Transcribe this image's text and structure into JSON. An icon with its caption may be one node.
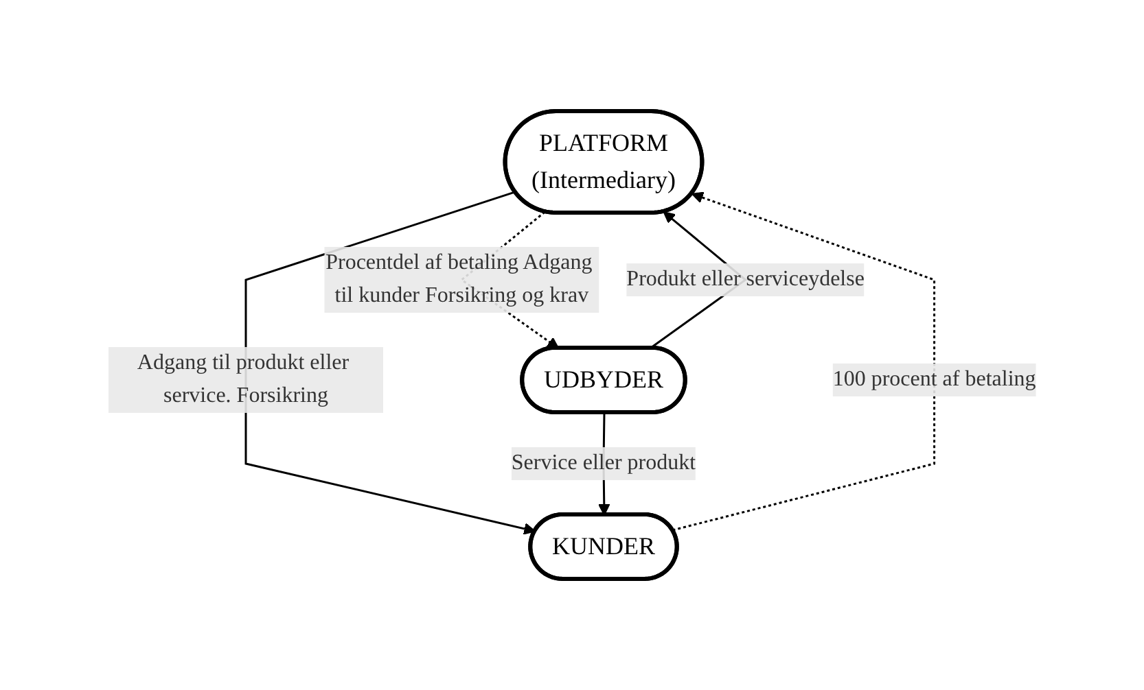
{
  "diagram": {
    "nodes": [
      {
        "text": [
          "PLATFORM",
          "(Intermediary)"
        ]
      },
      {
        "text": [
          "UDBYDER"
        ]
      },
      {
        "text": [
          "KUNDER"
        ]
      }
    ],
    "edges": [
      {
        "from": 1,
        "to": 0,
        "arrow": "to",
        "label": "Produkt eller serviceydelse"
      },
      {
        "from": 0,
        "to": 1,
        "arrow": "to",
        "style": "dashed",
        "label": "Procentdel af betaling Adgang til kunder Forsikring og krav"
      },
      {
        "from": 0,
        "to": 2,
        "arrow": "to",
        "label": "Adgang til produkt eller service. Forsikring"
      },
      {
        "from": 2,
        "to": 0,
        "arrow": "to",
        "style": "dashed",
        "label": "100 procent af betaling"
      },
      {
        "from": 1,
        "to": 2,
        "arrow": "to",
        "label": "Service eller produkt"
      }
    ]
  }
}
